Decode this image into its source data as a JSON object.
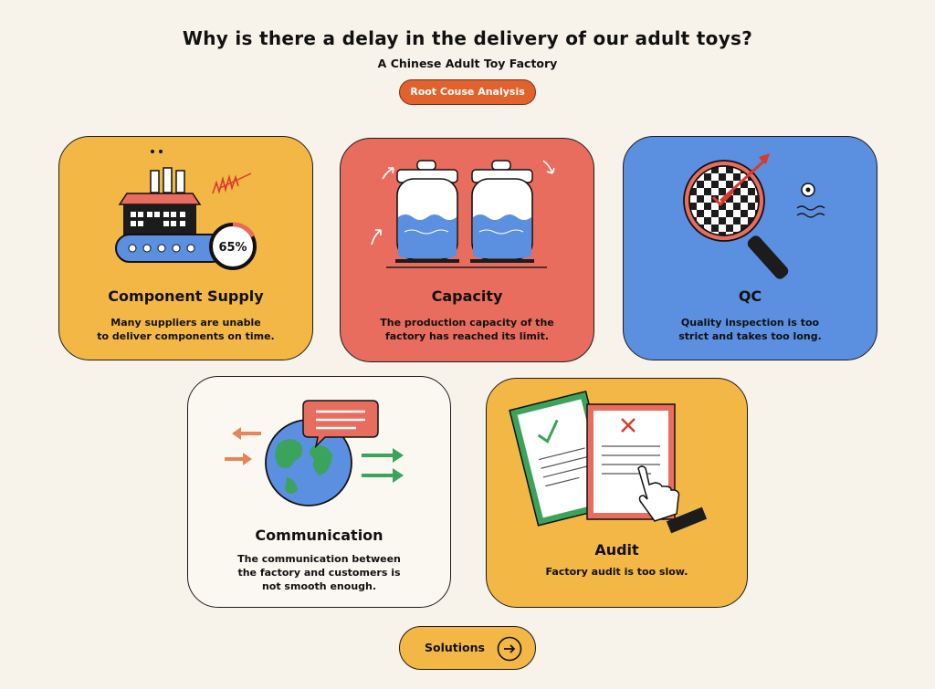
{
  "header": {
    "title": "Why is there a delay in the delivery of our adult toys?",
    "subtitle": "A Chinese Adult Toy Factory",
    "badge": "Root Couse Analysis"
  },
  "cards": [
    {
      "title": "Component Supply",
      "description": "Many suppliers are unable\nto deliver components on time.",
      "badge_value": "65%",
      "icon": "factory-conveyor-icon",
      "color": "#f3b745"
    },
    {
      "title": "Capacity",
      "description": "The production capacity of the\nfactory has reached its limit.",
      "icon": "storage-tanks-icon",
      "color": "#e86d5e"
    },
    {
      "title": "QC",
      "description": "Quality inspection is too\nstrict and takes too long.",
      "icon": "magnifier-target-icon",
      "color": "#5b8fe0"
    },
    {
      "title": "Communication",
      "description": "The communication between\nthe factory and customers is\nnot smooth enough.",
      "icon": "globe-chat-icon",
      "color": "#fbf8f2"
    },
    {
      "title": "Audit",
      "description": "Factory audit is too slow.",
      "icon": "audit-documents-icon",
      "color": "#f3b745"
    }
  ],
  "footer": {
    "button_label": "Solutions",
    "icon": "arrow-right-icon"
  }
}
